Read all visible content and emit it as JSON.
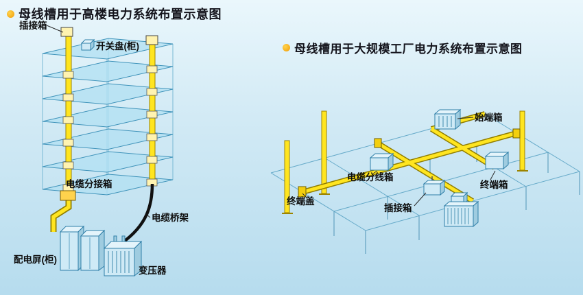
{
  "building_diagram": {
    "title": "母线槽用于高楼电力系统布置示意图",
    "labels": {
      "plug_box": "插接箱",
      "switch_panel": "开关盘(柜)",
      "cable_tap_box": "电缆分接箱",
      "cable_tray": "电缆桥架",
      "distribution_panel": "配电屏(柜)",
      "transformer": "变压器"
    }
  },
  "factory_diagram": {
    "title": "母线槽用于大规模工厂电力系统布置示意图",
    "labels": {
      "terminal_cap": "终端盖",
      "cable_branch_box": "电缆分线箱",
      "plug_box": "插接箱",
      "start_box": "始端箱",
      "terminal_box": "终端箱"
    }
  },
  "colors": {
    "background_top": "#eaf7fc",
    "background_bottom": "#b6dcee",
    "busway_yellow": "#ffe520",
    "busway_edge": "#8f7d00",
    "floor_slab_fill": "#b2e0f2",
    "box_blue_front": "#cfeaf6",
    "box_blue_side": "#9fcce0",
    "grid_line_blue": "#66aac9",
    "title_bullet": "#f0a80a",
    "label_text": "#0e0e0e",
    "cable_black": "#111111"
  }
}
